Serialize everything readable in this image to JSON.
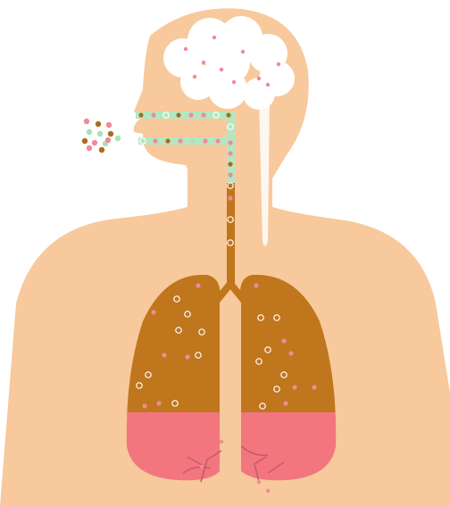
{
  "colors": {
    "skin": "#f7c99c",
    "brain": "#ffffff",
    "lung_upper": "#c0761c",
    "lung_lower": "#f3767f",
    "airway_green": "#b6e6c0",
    "dot_pink": "#f08a9a",
    "dot_green": "#a8e2b8",
    "dot_brown": "#b06a1e",
    "vessel": "#c45a6a"
  },
  "parts": [
    "brain",
    "head",
    "nasal-passage",
    "oral-passage",
    "trachea",
    "spinal-cord",
    "left-lung",
    "right-lung"
  ],
  "particles": [
    "pink",
    "green",
    "brown",
    "white"
  ]
}
